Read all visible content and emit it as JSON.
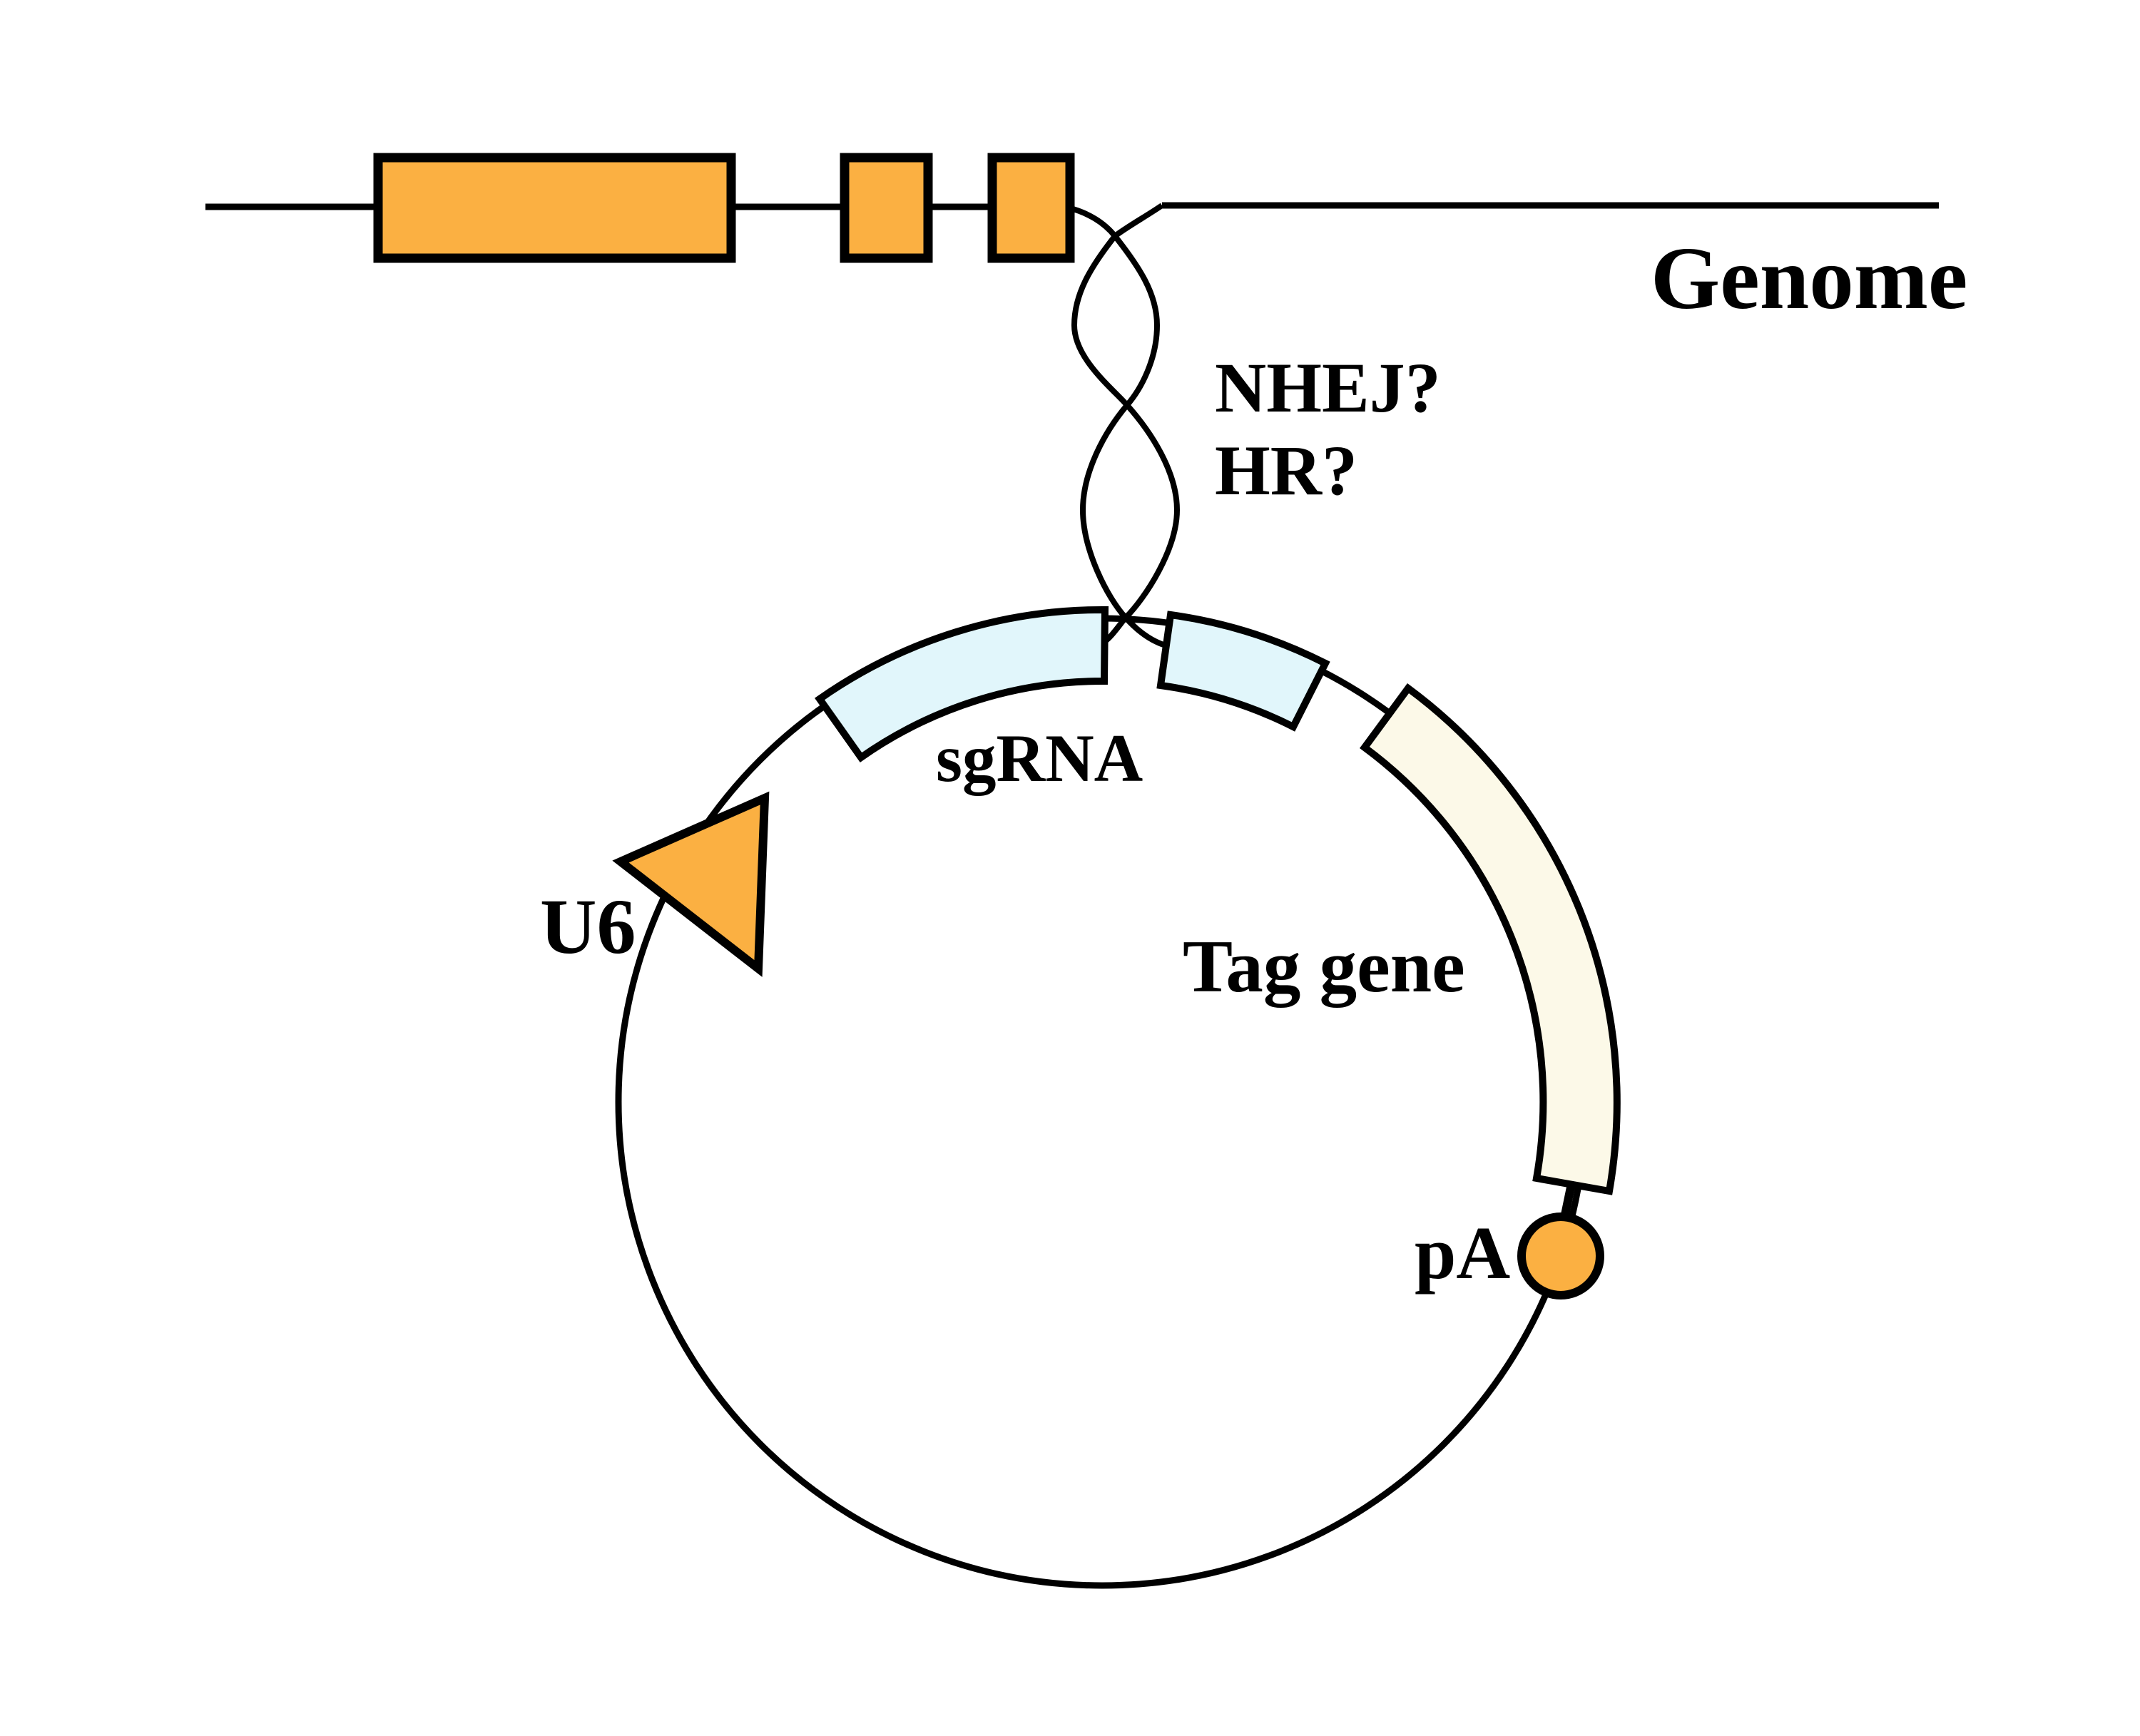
{
  "diagram": {
    "title": "CRISPR knock-in tagging diagram",
    "genome": {
      "label": "Genome",
      "exons": [
        "large-exon",
        "small-exon-1",
        "small-exon-2"
      ]
    },
    "repair": {
      "nhej_label": "NHEJ?",
      "hr_label": "HR?"
    },
    "plasmid": {
      "sgrna_label": "sgRNA",
      "tag_gene_label": "Tag gene",
      "u6_label": "U6",
      "pa_label": "pA"
    },
    "colors": {
      "exon_orange": "#FBB042",
      "sgrna_cyan": "#E1F6FB",
      "tag_cream": "#FCF9E8",
      "stroke_black": "#000000",
      "background_white": "#FFFFFF"
    }
  }
}
